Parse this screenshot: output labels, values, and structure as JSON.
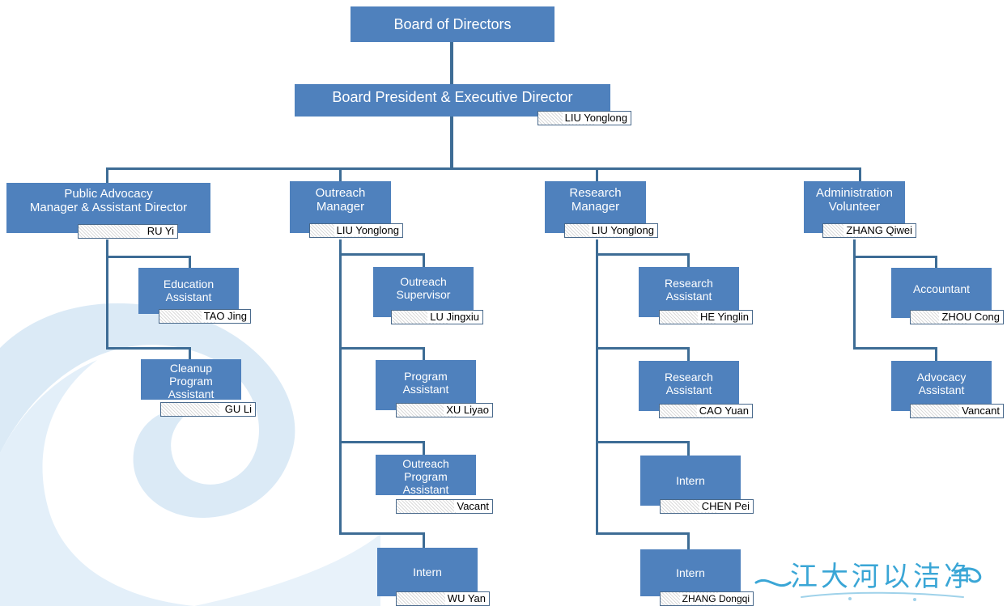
{
  "board": {
    "title": "Board of Directors"
  },
  "president": {
    "title": "Board President & Executive Director",
    "name": "LIU Yonglong"
  },
  "public_advocacy": {
    "title_line1": "Public Advocacy",
    "title_line2": "Manager & Assistant Director",
    "name": "RU Yi",
    "education": {
      "line1": "Education",
      "line2": "Assistant",
      "name": "TAO Jing"
    },
    "cleanup": {
      "line1": "Cleanup",
      "line2": "Program",
      "line3": "Assistant",
      "name": "GU Li"
    }
  },
  "outreach": {
    "title_line1": "Outreach",
    "title_line2": "Manager",
    "name": "LIU Yonglong",
    "supervisor": {
      "line1": "Outreach",
      "line2": "Supervisor",
      "name": "LU Jingxiu"
    },
    "program_assistant": {
      "line1": "Program",
      "line2": "Assistant",
      "name": "XU Liyao"
    },
    "outreach_program_assistant": {
      "line1": "Outreach",
      "line2": "Program",
      "line3": "Assistant",
      "name": "Vacant"
    },
    "intern": {
      "line1": "Intern",
      "name": "WU Yan"
    }
  },
  "research": {
    "title_line1": "Research",
    "title_line2": "Manager",
    "name": "LIU Yonglong",
    "assistant1": {
      "line1": "Research",
      "line2": "Assistant",
      "name": "HE Yinglin"
    },
    "assistant2": {
      "line1": "Research",
      "line2": "Assistant",
      "name": "CAO Yuan"
    },
    "intern1": {
      "line1": "Intern",
      "name": "CHEN Pei"
    },
    "intern2": {
      "line1": "Intern",
      "name": "ZHANG Dongqi"
    }
  },
  "administration": {
    "title_line1": "Administration",
    "title_line2": "Volunteer",
    "name": "ZHANG Qiwei",
    "accountant": {
      "line1": "Accountant",
      "name": "ZHOU Cong"
    },
    "advocacy": {
      "line1": "Advocacy",
      "line2": "Assistant",
      "name": "Vancant"
    }
  },
  "logo": {
    "text": "江大河以洁净"
  },
  "colors": {
    "box": "#4f81bd",
    "line": "#3d6c95",
    "wave": "#dbeaf6",
    "logo_text": "#3aa6d6"
  }
}
